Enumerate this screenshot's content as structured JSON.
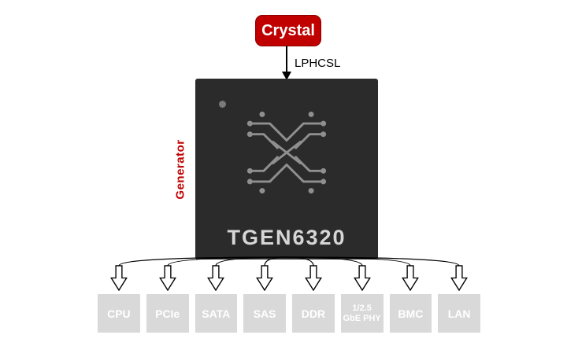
{
  "crystal": {
    "label": "Crystal"
  },
  "signal": {
    "label": "LPHCSL"
  },
  "generator": {
    "label": "Generator"
  },
  "chip": {
    "name": "TGEN6320"
  },
  "outputs": [
    {
      "label": "CPU"
    },
    {
      "label": "PCIe"
    },
    {
      "label": "SATA"
    },
    {
      "label": "SAS"
    },
    {
      "label": "DDR"
    },
    {
      "label": "1/2.5 GbE PHY"
    },
    {
      "label": "BMC"
    },
    {
      "label": "LAN"
    }
  ],
  "colors": {
    "crystal_bg": "#C00000",
    "chip_bg": "#2B2B2B",
    "output_bg": "#D9D9D9",
    "accent_red": "#C00000",
    "chip_text": "#D6D6D6"
  }
}
